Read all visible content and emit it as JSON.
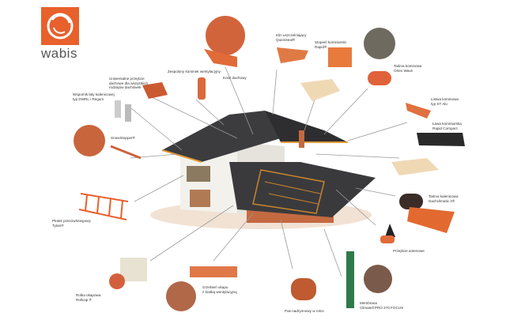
{
  "brand": {
    "name": "wabis",
    "color": "#e8602c"
  },
  "products": [
    {
      "id": "kosz",
      "label": "Kosz dachowy"
    },
    {
      "id": "kominek",
      "label": "Zespolony kominek wentylacyjny"
    },
    {
      "id": "przejscie",
      "label": "Uniwersalne przejście\ndachowe dla wszystkich\nrodzajów dachówek"
    },
    {
      "id": "wspornik",
      "label": "Wspornik łaty kalenicowej\ntyp DWRL i Regum"
    },
    {
      "id": "snowstopper",
      "label": "SnowStopper®"
    },
    {
      "id": "klin",
      "label": "Klin uszczelniający\nQuickSeal®"
    },
    {
      "id": "stopien",
      "label": "Stopień kominiarski\nRapid®"
    },
    {
      "id": "tasma-kominowa",
      "label": "Taśma kominowa\nOrtex Wave"
    },
    {
      "id": "listwa",
      "label": "Listwa kominowa\ntyp ST Alu"
    },
    {
      "id": "lawa",
      "label": "Ława kominiarska\nRapid Compact"
    },
    {
      "id": "tasma-kalenicowa",
      "label": "Taśma kalenicowa\nDachclimatic 2®"
    },
    {
      "id": "antena",
      "label": "Przejście antenowe"
    },
    {
      "id": "membrana",
      "label": "Membrana\nClimatell PRO 270 FOCUS"
    },
    {
      "id": "pas",
      "label": "Pas nadrynnowy w rolce"
    },
    {
      "id": "grzebien",
      "label": "Grzebień okapu\nz kratką wentylacyjną"
    },
    {
      "id": "rolka",
      "label": "Rolka okapowa\nRollcap ®"
    },
    {
      "id": "plotek",
      "label": "Płotek przeciwśniegowy\nTytan®"
    }
  ]
}
